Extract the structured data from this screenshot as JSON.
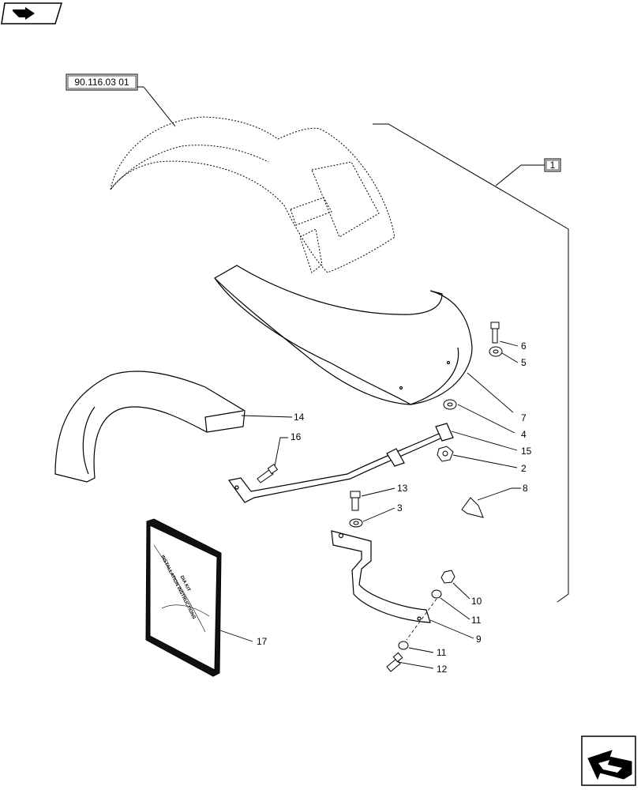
{
  "nav": {
    "top_icon": "page-back-arrow-icon",
    "bottom_icon": "next-page-arrow-icon"
  },
  "labels": {
    "ref": "90.116.03 01",
    "kit": "1",
    "book_title": "DIA KIT",
    "book_subtitle": "INSTALLATION INSTRUCTIONS"
  },
  "callouts": {
    "c2": "2",
    "c3": "3",
    "c4": "4",
    "c5": "5",
    "c6": "6",
    "c7": "7",
    "c8": "8",
    "c9": "9",
    "c10": "10",
    "c11a": "11",
    "c11b": "11",
    "c12": "12",
    "c13": "13",
    "c14": "14",
    "c15": "15",
    "c16": "16",
    "c17": "17"
  }
}
